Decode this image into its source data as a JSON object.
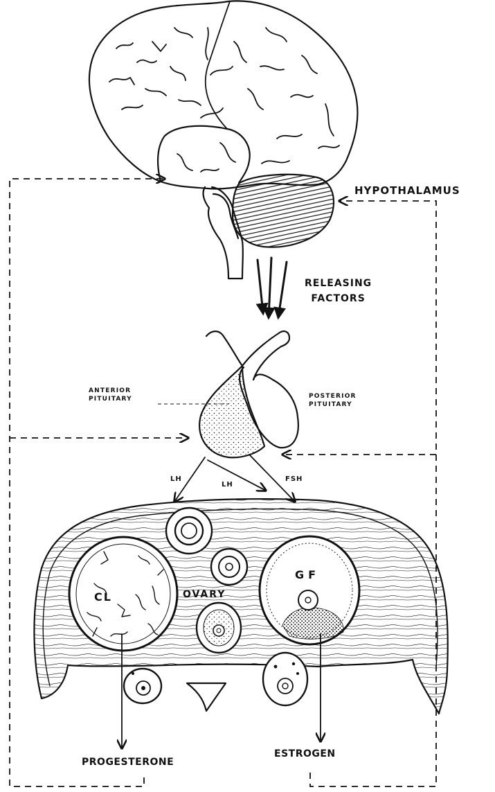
{
  "labels": {
    "hypothalamus": "HYPOTHALAMUS",
    "releasing_factors_line1": "RELEASING",
    "releasing_factors_line2": "FACTORS",
    "anterior_pituitary_line1": "ANTERIOR",
    "anterior_pituitary_line2": "PITUITARY",
    "posterior_pituitary_line1": "POSTERIOR",
    "posterior_pituitary_line2": "PITUITARY",
    "lh_left": "LH",
    "lh_middle": "LH",
    "fsh": "FSH",
    "corpus_luteum": "CL",
    "ovary": "OVARY",
    "graafian_follicle": "GF",
    "progesterone": "PROGESTERONE",
    "estrogen": "ESTROGEN"
  },
  "colors": {
    "ink": "#111111",
    "paper": "#ffffff"
  }
}
